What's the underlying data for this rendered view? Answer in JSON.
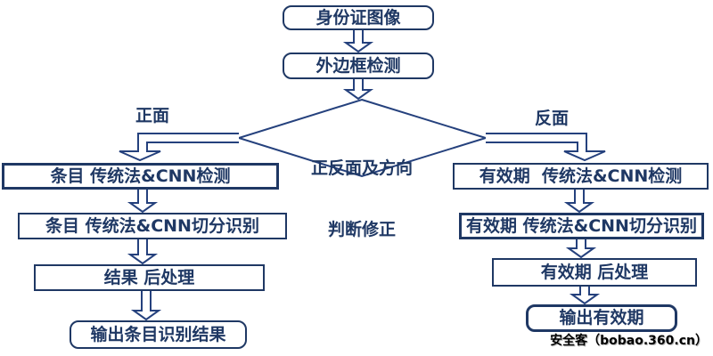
{
  "flow": {
    "start": {
      "label": "身份证图像"
    },
    "border_detection": {
      "label": "外边框检测"
    },
    "decision": {
      "line1": "正反面及方向",
      "line2": "判断修正"
    },
    "branch_labels": {
      "front": "正面",
      "back": "反面"
    },
    "front_steps": [
      {
        "label": "条目 传统法&CNN检测"
      },
      {
        "label": "条目 传统法&CNN切分识别"
      },
      {
        "label": "结果 后处理"
      },
      {
        "label": "输出条目识别结果"
      }
    ],
    "back_steps": [
      {
        "label": "有效期  传统法&CNN检测"
      },
      {
        "label": "有效期 传统法&CNN切分识别"
      },
      {
        "label": "有效期 后处理"
      },
      {
        "label": "输出有效期"
      }
    ]
  },
  "colors": {
    "line": "#1f3864",
    "connector": "#25417d",
    "node_fill": "#ffffff",
    "watermark_text": "#000000"
  },
  "watermark": {
    "label": "安全客（bobao.360.cn）"
  }
}
